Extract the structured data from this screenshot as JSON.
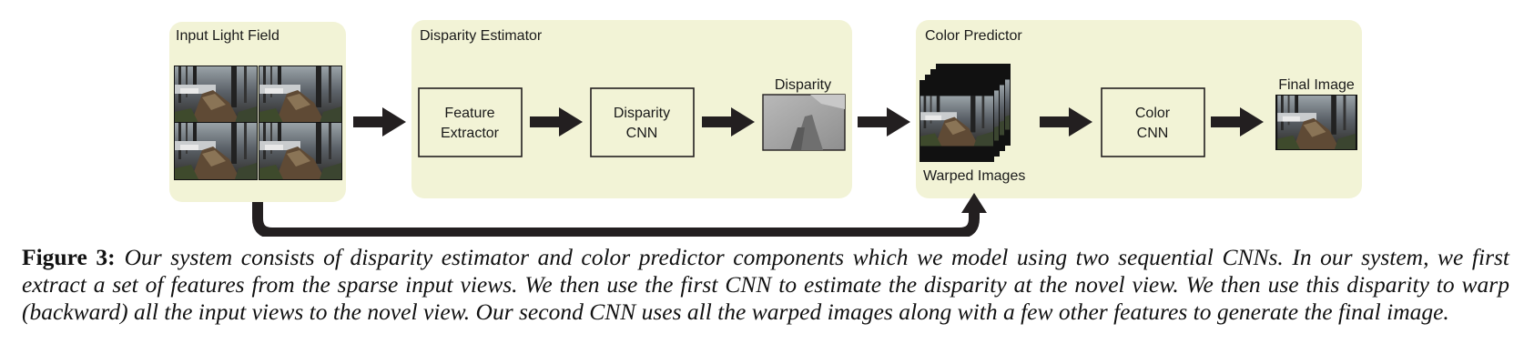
{
  "diagram": {
    "stages": {
      "input": {
        "title": "Input Light Field"
      },
      "disparity_estimator": {
        "title": "Disparity Estimator"
      },
      "color_predictor": {
        "title": "Color Predictor"
      }
    },
    "boxes": {
      "feature_extractor": {
        "line1": "Feature",
        "line2": "Extractor"
      },
      "disparity_cnn": {
        "line1": "Disparity",
        "line2": "CNN"
      },
      "color_cnn": {
        "line1": "Color",
        "line2": "CNN"
      }
    },
    "labels": {
      "disparity": "Disparity",
      "warped_images": "Warped Images",
      "final_image": "Final Image"
    },
    "colors": {
      "panel": "#f2f3d6",
      "arrow": "#231f20",
      "box_stroke": "#231f20"
    }
  },
  "caption": {
    "label": "Figure 3:",
    "text": "Our system consists of disparity estimator and color predictor components which we model using two sequential CNNs. In our system, we first extract a set of features from the sparse input views. We then use the first CNN to estimate the disparity at the novel view. We then use this disparity to warp (backward) all the input views to the novel view. Our second CNN uses all the warped images along with a few other features to generate the final image."
  }
}
